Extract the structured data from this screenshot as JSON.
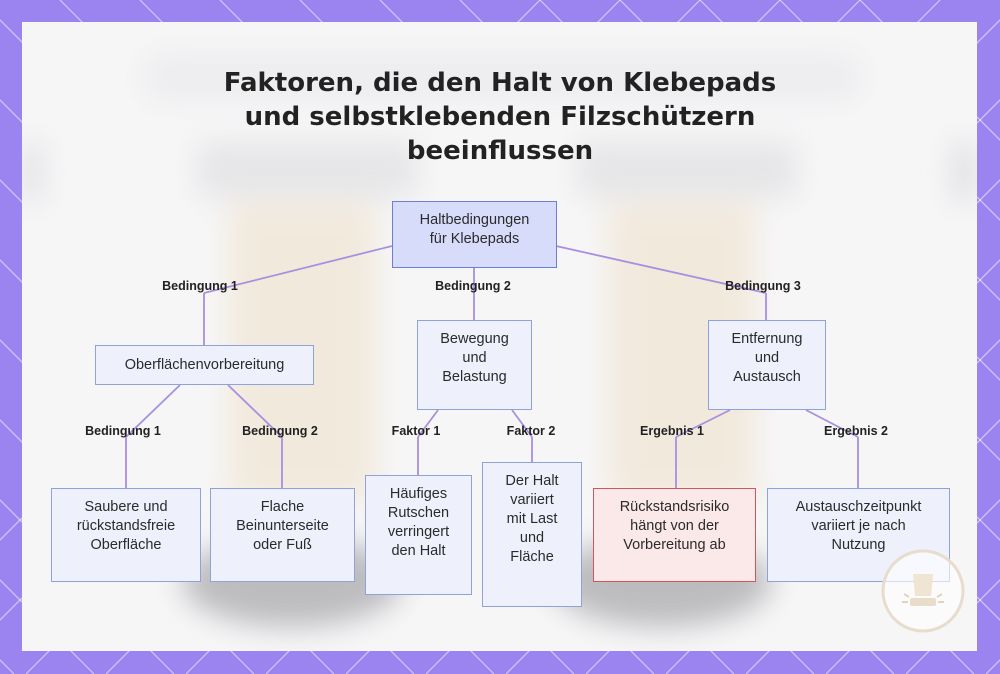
{
  "title": {
    "line1": "Faktoren, die den Halt von Klebepads",
    "line2": "und selbstklebenden Filzschützern",
    "line3": "beeinflussen"
  },
  "root": {
    "line1": "Haltbedingungen",
    "line2": "für Klebepads"
  },
  "branches": [
    {
      "edge_label": "Bedingung 1",
      "node": {
        "line1": "Oberflächenvorbereitung"
      },
      "children": [
        {
          "edge_label": "Bedingung 1",
          "lines": [
            "Saubere und",
            "rückstandsfreie",
            "Oberfläche"
          ]
        },
        {
          "edge_label": "Bedingung 2",
          "lines": [
            "Flache",
            "Beinunterseite",
            "oder Fuß"
          ]
        }
      ]
    },
    {
      "edge_label": "Bedingung 2",
      "node": {
        "line1": "Bewegung",
        "line2": "und",
        "line3": "Belastung"
      },
      "children": [
        {
          "edge_label": "Faktor 1",
          "lines": [
            "Häufiges",
            "Rutschen",
            "verringert",
            "den Halt"
          ]
        },
        {
          "edge_label": "Faktor 2",
          "lines": [
            "Der Halt",
            "variiert",
            "mit Last",
            "und",
            "Fläche"
          ]
        }
      ]
    },
    {
      "edge_label": "Bedingung 3",
      "node": {
        "line1": "Entfernung",
        "line2": "und",
        "line3": "Austausch"
      },
      "children": [
        {
          "edge_label": "Ergebnis 1",
          "lines": [
            "Rückstandsrisiko",
            "hängt von der",
            "Vorbereitung ab"
          ]
        },
        {
          "edge_label": "Ergebnis 2",
          "lines": [
            "Austauschzeitpunkt",
            "variiert je nach",
            "Nutzung"
          ]
        }
      ]
    }
  ],
  "colors": {
    "frame": "#9c84f0",
    "connector": "#a88fe0",
    "box_border": "#8fa3d8",
    "box_fill": "#eef0fc",
    "root_fill": "#d8dcfb",
    "alert_border": "#d2555a",
    "alert_fill": "#fbe9ea"
  },
  "icons": {
    "corner_badge": "lamp-logo-icon"
  }
}
